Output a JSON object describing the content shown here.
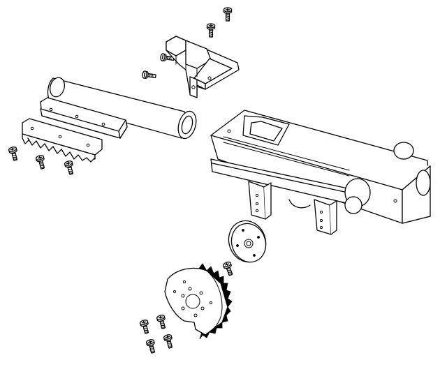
{
  "diagram": {
    "style": "black-and-white isometric exploded view line drawing",
    "line_color": "#000000",
    "background_color": "#ffffff",
    "parts": [
      "screw",
      "servo-mount-bracket",
      "cylinder-tube",
      "gear-rack-bar",
      "servo-housing",
      "servo-horn-disc",
      "spur-gear-sector"
    ]
  }
}
